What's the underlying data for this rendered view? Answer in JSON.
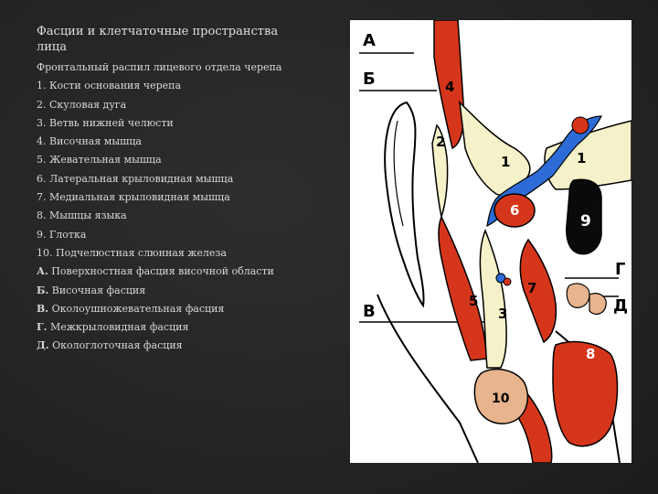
{
  "slide": {
    "title": "Фасции и клетчаточные пространства лица",
    "subtitle": "Фронтальный распил лицевого отдела черепа",
    "items": [
      {
        "num": "1.",
        "text": "Кости основания черепа"
      },
      {
        "num": "2.",
        "text": "Скуловая дуга"
      },
      {
        "num": "3.",
        "text": "Ветвь нижней челюсти"
      },
      {
        "num": "4.",
        "text": "Височная мышца"
      },
      {
        "num": "5.",
        "text": "Жевательная мышца"
      },
      {
        "num": "6.",
        "text": "Латеральная крыловидная мышца"
      },
      {
        "num": "7.",
        "text": "Медиальная крыловидная мышца"
      },
      {
        "num": "8.",
        "text": "Мышцы языка"
      },
      {
        "num": "9.",
        "text": "Глотка"
      },
      {
        "num": "10.",
        "text": "Подчелюстная слюнная железа"
      },
      {
        "num": "А.",
        "text": "Поверхностная фасция височной области"
      },
      {
        "num": "Б.",
        "text": "Височная фасция"
      },
      {
        "num": "В.",
        "text": "Околоушножевательная фасция"
      },
      {
        "num": "Г.",
        "text": "Межкрыловидная фасция"
      },
      {
        "num": "Д.",
        "text": "Окологлоточная фасция"
      }
    ]
  },
  "figure": {
    "labels": {
      "A": "А",
      "B": "Б",
      "V": "В",
      "G": "Г",
      "D": "Д",
      "n1a": "1",
      "n1b": "1",
      "n2": "2",
      "n3": "3",
      "n4": "4",
      "n5": "5",
      "n6": "6",
      "n7": "7",
      "n8": "8",
      "n9": "9",
      "n10": "10"
    },
    "colors": {
      "muscle": "#d5361b",
      "bone": "#f5f1c8",
      "fascia_blue": "#2d6bd6",
      "gland": "#e8b48e",
      "cavity": "#0a0a0a",
      "outline": "#000000"
    }
  }
}
